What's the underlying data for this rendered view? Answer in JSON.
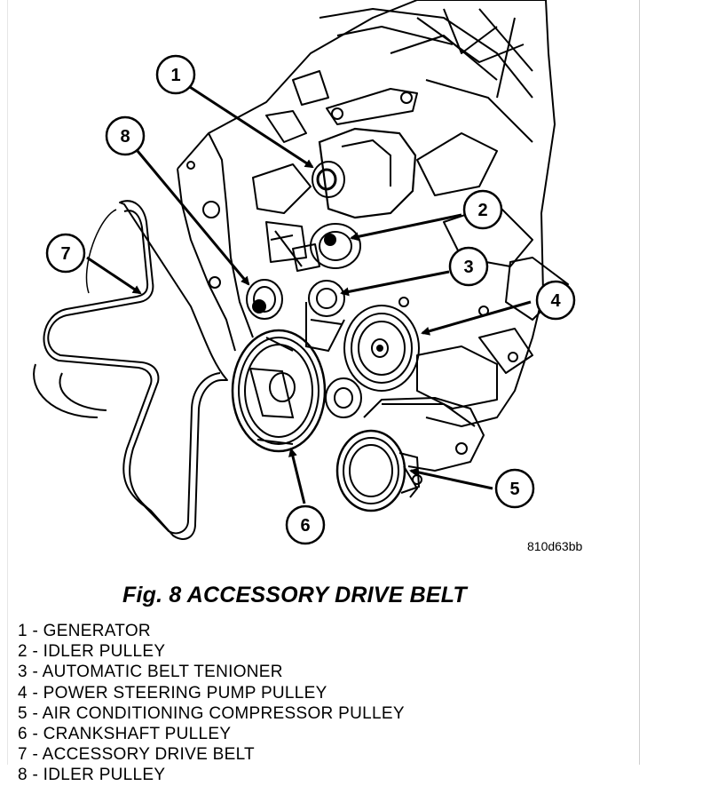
{
  "figure": {
    "code": "810d63bb",
    "caption": "Fig. 8 ACCESSORY DRIVE BELT"
  },
  "callouts": [
    {
      "num": "1"
    },
    {
      "num": "2"
    },
    {
      "num": "3"
    },
    {
      "num": "4"
    },
    {
      "num": "5"
    },
    {
      "num": "6"
    },
    {
      "num": "7"
    },
    {
      "num": "8"
    }
  ],
  "legend": [
    "1 - GENERATOR",
    "2 - IDLER PULLEY",
    "3 - AUTOMATIC BELT TENIONER",
    "4 - POWER STEERING PUMP PULLEY",
    "5 - AIR CONDITIONING COMPRESSOR PULLEY",
    "6 - CRANKSHAFT PULLEY",
    "7 - ACCESSORY DRIVE BELT",
    "8 - IDLER PULLEY"
  ]
}
